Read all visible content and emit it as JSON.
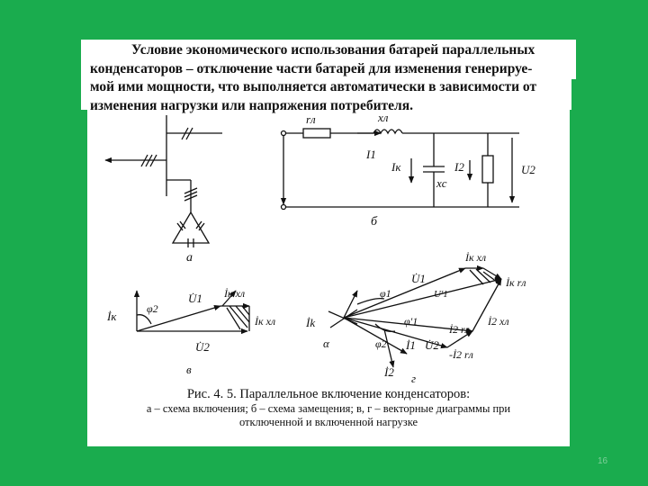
{
  "paragraph": {
    "line1": "Условие экономического использования батарей параллельных",
    "line2": "конденсаторов – отключение части батарей для изменения генерируе-",
    "line3": "мой ими мощности, что выполняется автоматически в зависимости от",
    "line4": "изменения нагрузки или напряжения потребителя."
  },
  "figure": {
    "label_a": "а",
    "label_b": "б",
    "label_v": "в",
    "label_g": "г",
    "scheme_b": {
      "r": "rл",
      "x": "xл",
      "i1": "I1",
      "ik": "Iк",
      "xc": "xc",
      "i2": "I2",
      "u2": "U2"
    },
    "vector_v": {
      "ik": "İк",
      "phi2": "φ2",
      "u1": "U̇1",
      "ik_x": "İк xл",
      "ik_x2": "İк xл",
      "u2": "U̇2"
    },
    "vector_g": {
      "ik_x": "İк xл",
      "u1": "U̇1",
      "u1p": "U'1",
      "ik_r": "İк rл",
      "phi1": "φ1",
      "ik": "İk",
      "phi1p": "φ'1",
      "i2_r": "İ2 rл",
      "i2_x": "İ2 xл",
      "alpha": "α",
      "phi2": "φ2",
      "i1": "İ1",
      "u2": "U̇2",
      "neg_i2_r": "-İ2 rл",
      "i2": "İ2"
    }
  },
  "caption": {
    "title": "Рис. 4. 5. Параллельное включение конденсаторов:",
    "desc_line1": "а – схема включения; б – схема замещения; в, г – векторные диаграммы при",
    "desc_line2": "отключенной и включенной нагрузке"
  },
  "page_number": "16"
}
